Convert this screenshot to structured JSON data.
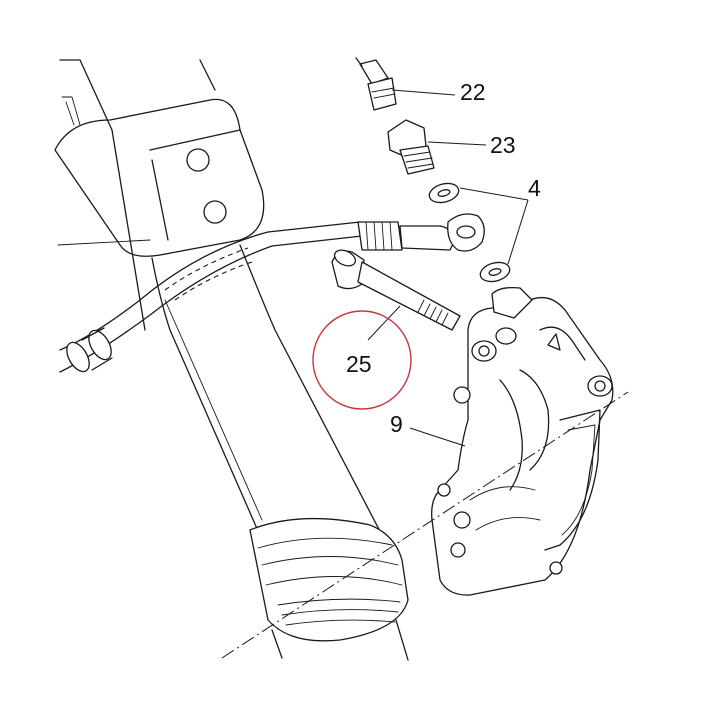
{
  "callouts": {
    "c22": "22",
    "c23": "23",
    "c4": "4",
    "c25": "25",
    "c9": "9"
  },
  "highlight": {
    "part": "25",
    "color": "#c8343c"
  },
  "icons": {
    "highlight_ring": "highlight-circle-icon"
  }
}
